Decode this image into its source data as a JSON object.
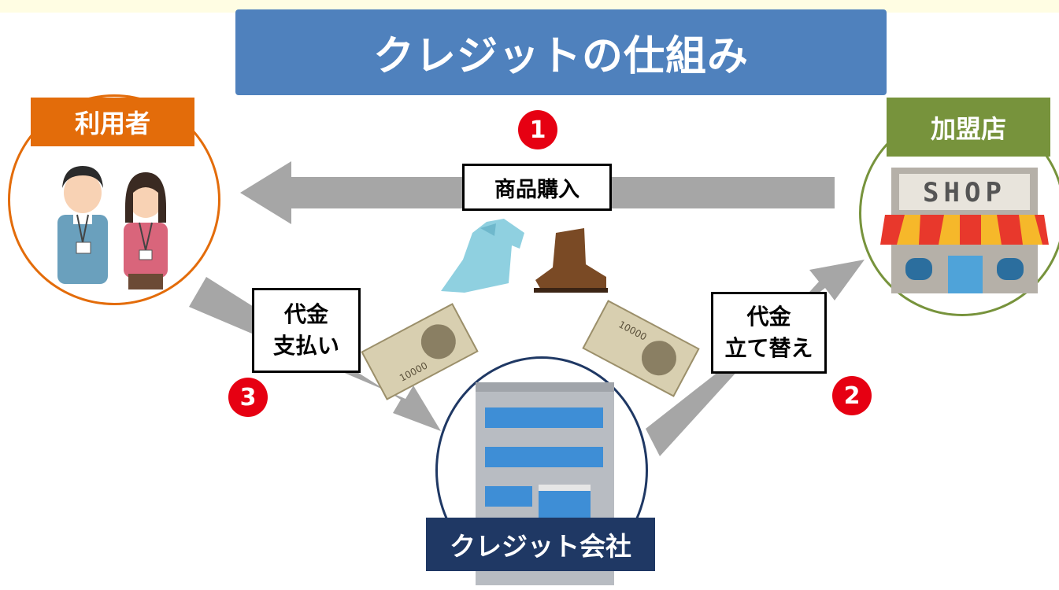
{
  "title": "クレジットの仕組み",
  "nodes": {
    "user": "利用者",
    "shop": "加盟店",
    "company": "クレジット会社"
  },
  "steps": {
    "one": {
      "number": "1",
      "label": "商品購入"
    },
    "two": {
      "number": "2",
      "label_line1": "代金",
      "label_line2": "立て替え"
    },
    "three": {
      "number": "3",
      "label_line1": "代金",
      "label_line2": "支払い"
    }
  },
  "illustrations": {
    "shop_sign": "SHOP",
    "banknote": "10000"
  },
  "colors": {
    "title_bg": "#4f81bd",
    "user": "#e36c0a",
    "shop": "#77933c",
    "company": "#1f3864",
    "arrow": "#a6a6a6",
    "step_number": "#e60012"
  },
  "icons": [
    "people-icon",
    "shop-icon",
    "building-icon",
    "dress-icon",
    "boot-icon",
    "banknote-icon"
  ]
}
